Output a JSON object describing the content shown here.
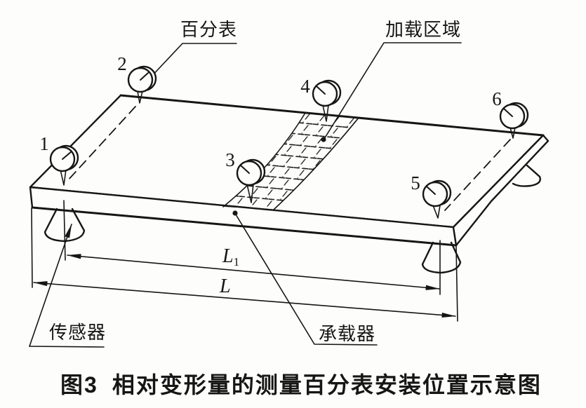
{
  "figure": {
    "caption": {
      "label": "图3",
      "title": "相对变形量的测量百分表安装位置示意图"
    },
    "labels": {
      "dial_gauge": "百分表",
      "loading_area": "加载区域",
      "sensor": "传感器",
      "load_bearer": "承载器"
    },
    "dimensions": {
      "inner_symbol": "L",
      "inner_subscript": "1",
      "outer_symbol": "L"
    },
    "gauges": [
      {
        "number": "1"
      },
      {
        "number": "2"
      },
      {
        "number": "3"
      },
      {
        "number": "4"
      },
      {
        "number": "5"
      },
      {
        "number": "6"
      }
    ],
    "colors": {
      "ink": "#161616",
      "paper": "#fdfdfb"
    }
  }
}
